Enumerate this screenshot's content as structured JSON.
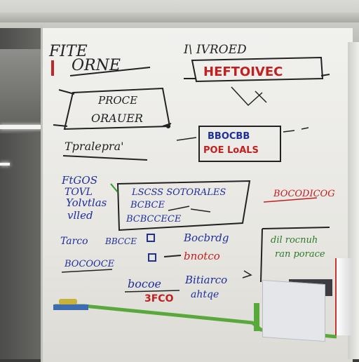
{
  "board_text": {
    "fite": "FITE",
    "orne": "ORNE",
    "ivroed": "I\\ IVROED",
    "heftoivec": "HEFTOIVEC",
    "proce_1": "PROCE",
    "proce_2": "ORAUER",
    "tpralepra": "Tpralepra'",
    "blue_box_1": "BBOCBB",
    "blue_box_2": "POE LoALS",
    "left_1": "FtGOS",
    "left_2": "TOVL",
    "left_3": "Yolvtlas",
    "left_4": "vlled",
    "mid_1": "LSCSS SOTORALES",
    "mid_2": "BCBCE",
    "mid_3": "BCBCCECE",
    "right_red": "BOCODICOG",
    "tarco": "Tarco",
    "bccc": "BBCCE",
    "bocooce": "BOCOOCE",
    "bocbrdg": "Bocbrdg",
    "bnotco": "bnotco",
    "green_1": "dil rocnuh",
    "green_2": "ran porace",
    "bottom_1": "bocoe",
    "bottom_2": "3FCO",
    "bottom_3": "Bitiarco",
    "bottom_4": "ahtqe"
  }
}
